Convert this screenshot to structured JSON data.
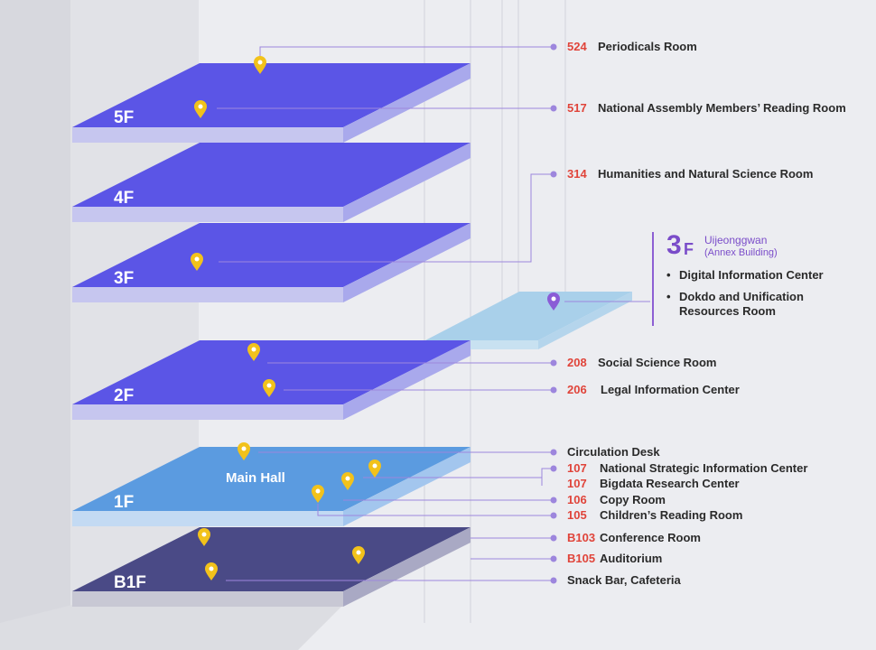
{
  "floors": [
    {
      "id": "5f",
      "label": "5F"
    },
    {
      "id": "4f",
      "label": "4F"
    },
    {
      "id": "3f",
      "label": "3F"
    },
    {
      "id": "2f",
      "label": "2F"
    },
    {
      "id": "1f",
      "label": "1F",
      "hall": "Main Hall"
    },
    {
      "id": "b1f",
      "label": "B1F"
    }
  ],
  "rooms": [
    {
      "num": "524",
      "name": "Periodicals Room"
    },
    {
      "num": "517",
      "name": "National Assembly Members’ Reading Room"
    },
    {
      "num": "314",
      "name": "Humanities and Natural Science Room"
    },
    {
      "num": "208",
      "name": "Social Science Room"
    },
    {
      "num": "206",
      "name": "Legal Information Center"
    },
    {
      "num": "",
      "name": "Circulation Desk"
    },
    {
      "num": "107",
      "name": "National Strategic Information Center"
    },
    {
      "num": "107",
      "name": "Bigdata Research Center"
    },
    {
      "num": "106",
      "name": "Copy Room"
    },
    {
      "num": "105",
      "name": "Children’s Reading Room"
    },
    {
      "num": "B103",
      "name": "Conference Room"
    },
    {
      "num": "B105",
      "name": "Auditorium"
    },
    {
      "num": "",
      "name": "Snack Bar, Cafeteria"
    }
  ],
  "annex": {
    "floor_num": "3",
    "floor_suffix": "F",
    "title": "Uijeonggwan",
    "subtitle": "(Annex Building)",
    "items": [
      "Digital Information Center",
      "Dokdo and Unification Resources Room"
    ]
  },
  "colors": {
    "upper_floor": "#5b55e6",
    "main_hall": "#5b9be0",
    "basement": "#4a4a86",
    "annex": "#a9d0ea",
    "room_number": "#e0443a",
    "pin": "#f2c21b",
    "annex_pin": "#8a5cd6",
    "leader_line": "#9d86dd"
  }
}
